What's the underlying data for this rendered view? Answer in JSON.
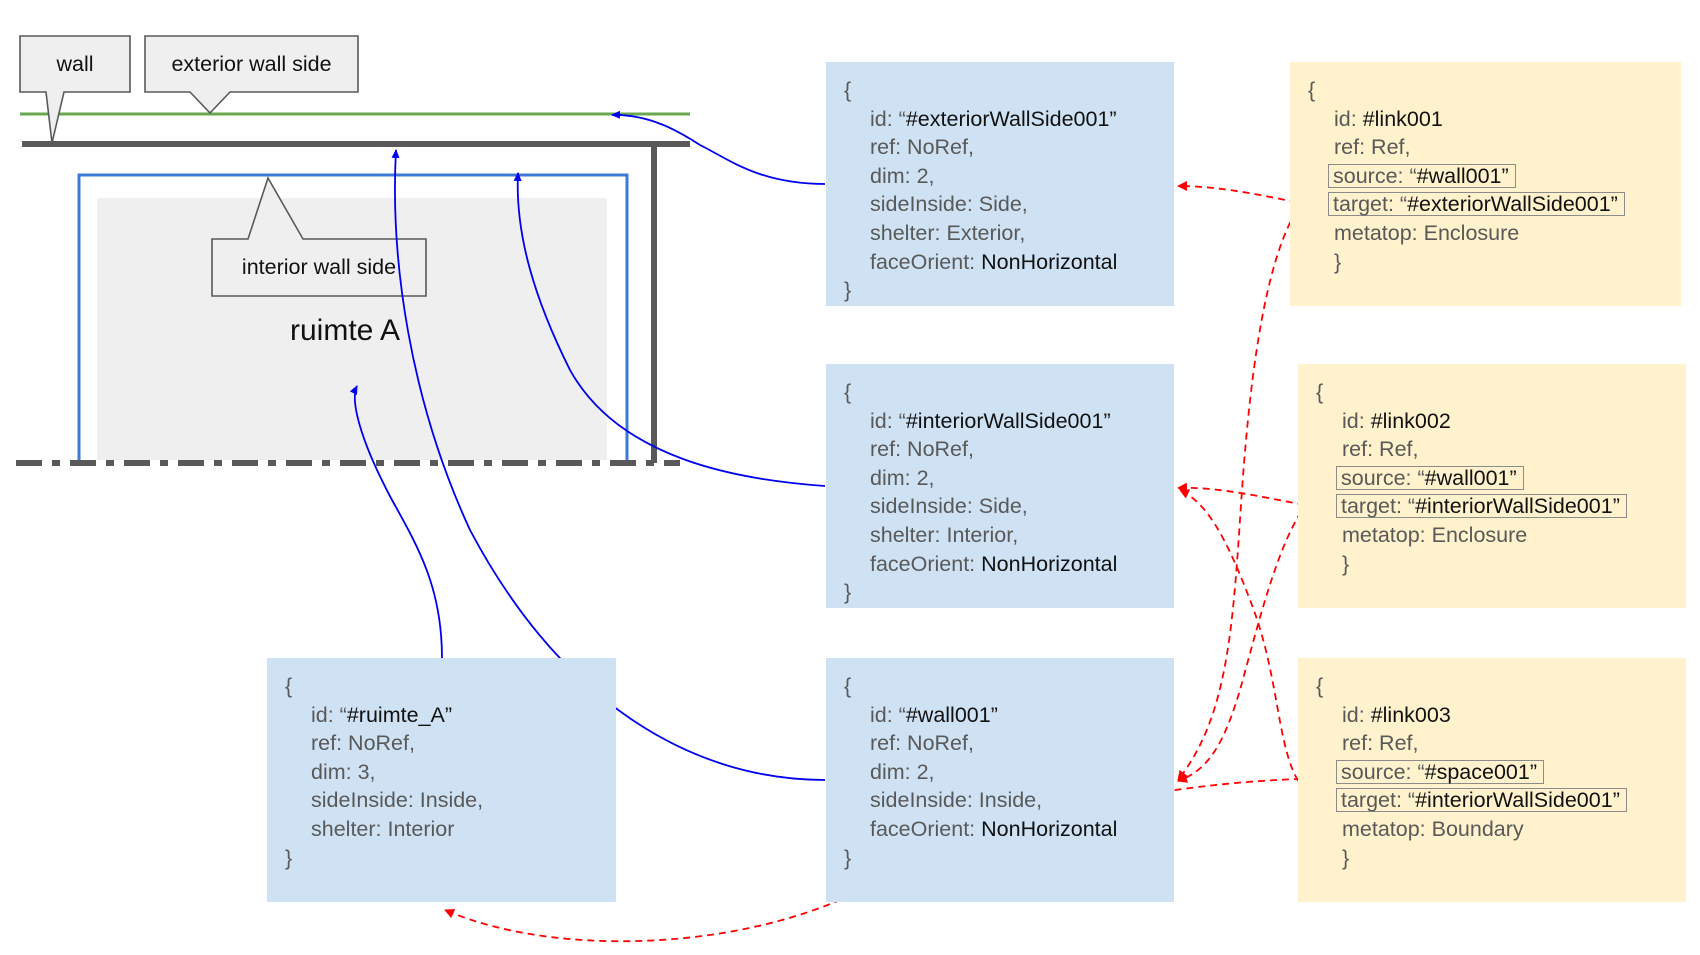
{
  "callouts": {
    "wall": "wall",
    "exterior": "exterior wall side",
    "interior": "interior wall side"
  },
  "room_label": "ruimte A",
  "entity_ext": {
    "open": "{",
    "id_key": "id: “",
    "id_val": "#exteriorWallSide001",
    "id_end": "”",
    "ref": "ref: NoRef,",
    "dim": "dim: 2,",
    "side": "sideInside: Side,",
    "shelter": "shelter: Exterior,",
    "face_key": "faceOrient: ",
    "face_val": "NonHorizontal",
    "close": "}"
  },
  "entity_int": {
    "open": "{",
    "id_key": "id: “",
    "id_val": "#interiorWallSide001",
    "id_end": "”",
    "ref": "ref: NoRef,",
    "dim": "dim: 2,",
    "side": "sideInside: Side,",
    "shelter": "shelter: Interior,",
    "face_key": "faceOrient: ",
    "face_val": "NonHorizontal",
    "close": "}"
  },
  "entity_wall": {
    "open": "{",
    "id_key": "id: “",
    "id_val": "#wall001",
    "id_end": "”",
    "ref": "ref: NoRef,",
    "dim": "dim: 2,",
    "side": "sideInside: Inside,",
    "face_key": "faceOrient: ",
    "face_val": "NonHorizontal",
    "close": "}"
  },
  "entity_room": {
    "open": "{",
    "id_key": "id: “",
    "id_val": "#ruimte_A",
    "id_end": "”",
    "ref": "ref: NoRef,",
    "dim": "dim: 3,",
    "side": "sideInside: Inside,",
    "shelter": "shelter: Interior",
    "close": "}"
  },
  "link1": {
    "open": "{",
    "id_key": "id: ",
    "id_val": "#link001",
    "ref": "ref: Ref,",
    "source_key": "source: “",
    "source_val": "#wall001",
    "source_end": "”",
    "target_key": "target: “",
    "target_val": "#exteriorWallSide001",
    "target_end": "”",
    "metatop": "metatop: Enclosure",
    "close": "}"
  },
  "link2": {
    "open": "{",
    "id_key": "id: ",
    "id_val": "#link002",
    "ref": "ref: Ref,",
    "source_key": "source: “",
    "source_val": "#wall001",
    "source_end": "”",
    "target_key": "target: “",
    "target_val": "#interiorWallSide001",
    "target_end": "”",
    "metatop": "metatop: Enclosure",
    "close": "}"
  },
  "link3": {
    "open": "{",
    "id_key": "id: ",
    "id_val": "#link003",
    "ref": "ref: Ref,",
    "source_key": "source: “",
    "source_val": "#space001",
    "source_end": "”",
    "target_key": "target: “",
    "target_val": "#interiorWallSide001",
    "target_end": "”",
    "metatop": "metatop: Boundary",
    "close": "}"
  },
  "colors": {
    "entity_fill": "#cfe2f3",
    "link_fill": "#fff2cc",
    "wall_line": "#595959",
    "exterior_line": "#6aa84f",
    "interior_line": "#3c78d8",
    "room_fill": "#efefef",
    "reference_arrow": "#0000ee",
    "link_arrow": "#ff0000"
  }
}
